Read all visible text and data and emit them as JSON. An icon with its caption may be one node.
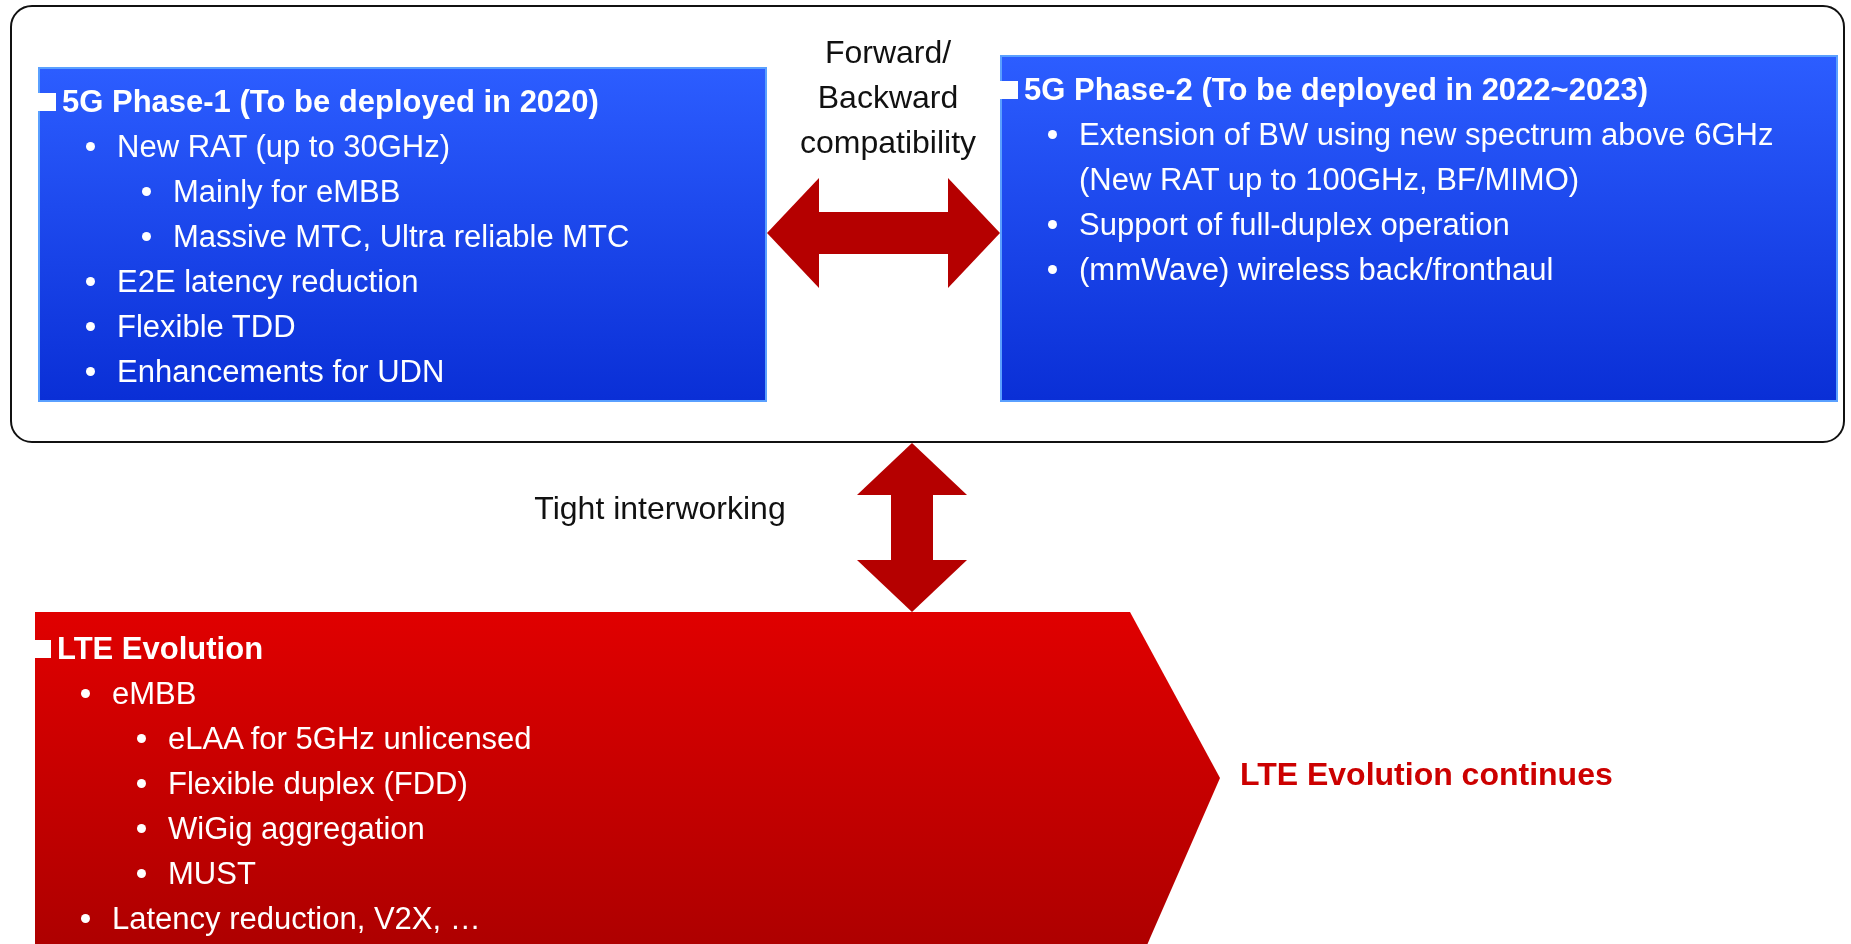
{
  "diagram": {
    "nodes": [
      {
        "text": [],
        "shape": "box"
      },
      {
        "text": [
          "5G Phase-1 (To be deployed in 2020)",
          "New RAT (up to 30GHz)",
          "Mainly for eMBB",
          "Massive MTC, Ultra reliable MTC",
          "E2E latency reduction",
          "Flexible TDD",
          "Enhancements for UDN"
        ],
        "in": 0
      },
      {
        "text": [
          "5G Phase-2 (To be deployed in 2022~2023)",
          "Extension of BW using new spectrum above 6GHz (New RAT up to 100GHz, BF/MIMO)",
          "Support of full-duplex operation",
          "(mmWave) wireless back/fronthaul"
        ],
        "in": 0
      },
      {
        "text": [
          "LTE Evolution",
          "eMBB",
          "eLAA for 5GHz unlicensed",
          "Flexible duplex (FDD)",
          "WiGig aggregation",
          "MUST",
          "Latency reduction, V2X, …"
        ],
        "beside": [
          "LTE Evolution continues"
        ]
      }
    ],
    "edges": [
      {
        "from": 1,
        "to": 2,
        "arrow": "both",
        "label": "Forward/ Backward compatibility"
      },
      {
        "from": 0,
        "to": 3,
        "arrow": "both",
        "label": "Tight interworking"
      }
    ]
  }
}
